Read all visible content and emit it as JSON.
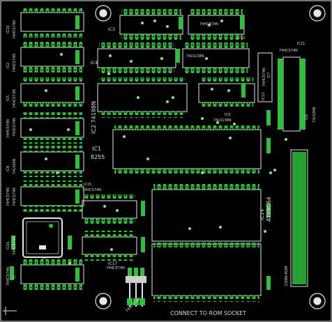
{
  "footer_text": "CONNECT TO ROM SOCKET",
  "colors": {
    "background": "#000000",
    "silkscreen": "#e6e6e6",
    "pad": "#2fbf3a",
    "via": "#8fe07a"
  },
  "labels": [
    {
      "id": "ic10",
      "text": "IC10"
    },
    {
      "id": "hc574_a",
      "text": "74HC574N"
    },
    {
      "id": "ic3",
      "text": "IC3"
    },
    {
      "id": "hc574_b",
      "text": "74HC574N"
    },
    {
      "id": "ic2",
      "text": "IC2"
    },
    {
      "id": "hc574_c",
      "text": "74HC574N"
    },
    {
      "id": "ic4",
      "text": "IC4"
    },
    {
      "id": "ls138_a",
      "text": "74LS138N"
    },
    {
      "id": "ic13",
      "text": "IC13"
    },
    {
      "id": "ic11",
      "text": "IC11"
    },
    {
      "id": "hc574_d",
      "text": "74HC574N"
    },
    {
      "id": "ic5",
      "text": "IC5"
    },
    {
      "id": "hc573",
      "text": "74HC573N"
    },
    {
      "id": "ic7",
      "text": "IC7"
    },
    {
      "id": "hc574_e",
      "text": "74HC574N"
    },
    {
      "id": "ic6",
      "text": "IC6"
    },
    {
      "id": "ls00_a",
      "text": "74LS00N"
    },
    {
      "id": "ic12",
      "text": "IC12"
    },
    {
      "id": "hc574_f",
      "text": "74HC574N"
    },
    {
      "id": "ic9",
      "text": "IC9"
    },
    {
      "id": "ls138_b",
      "text": "74LS138N"
    },
    {
      "id": "ic2_74",
      "text": "IC2 74198N"
    },
    {
      "id": "hc574_g",
      "text": "74HC574N"
    },
    {
      "id": "ic8",
      "text": "IC8"
    },
    {
      "id": "ls00_b",
      "text": "74LS00N"
    },
    {
      "id": "ic1",
      "text": "IC1"
    },
    {
      "id": "ic1_part",
      "text": "8255"
    },
    {
      "id": "hc574_h",
      "text": "74HC574N"
    },
    {
      "id": "ic15",
      "text": "IC15"
    },
    {
      "id": "hc574_i",
      "text": "74HC574N"
    },
    {
      "id": "ic14",
      "text": "IC14"
    },
    {
      "id": "at28c64",
      "text": "AT28C64"
    },
    {
      "id": "hc574_j",
      "text": "74HC574N"
    },
    {
      "id": "ic16",
      "text": "IC16"
    },
    {
      "id": "hc574_k",
      "text": "74HC574N"
    },
    {
      "id": "hc574_l",
      "text": "74HC574N"
    },
    {
      "id": "ic17",
      "text": "IC17"
    },
    {
      "id": "x1",
      "text": "X1"
    },
    {
      "id": "hc574_m",
      "text": "74HC574N"
    },
    {
      "id": "ic_bot",
      "text": "IC"
    },
    {
      "id": "hc574_n",
      "text": "74HC574N"
    },
    {
      "id": "conn",
      "text": "CONN-ROM"
    }
  ]
}
